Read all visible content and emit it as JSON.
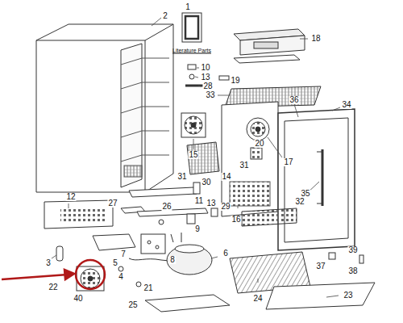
{
  "diagram": {
    "labels": [
      "1",
      "2",
      "Literature Parts",
      "18",
      "10",
      "13",
      "19",
      "28",
      "33",
      "36",
      "34",
      "15",
      "17",
      "20",
      "31",
      "31",
      "14",
      "12",
      "11",
      "30",
      "13",
      "27",
      "16",
      "32",
      "35",
      "9",
      "26",
      "29",
      "8",
      "7",
      "3",
      "5",
      "4",
      "6",
      "22",
      "40",
      "21",
      "24",
      "37",
      "39",
      "38",
      "25",
      "23"
    ]
  }
}
